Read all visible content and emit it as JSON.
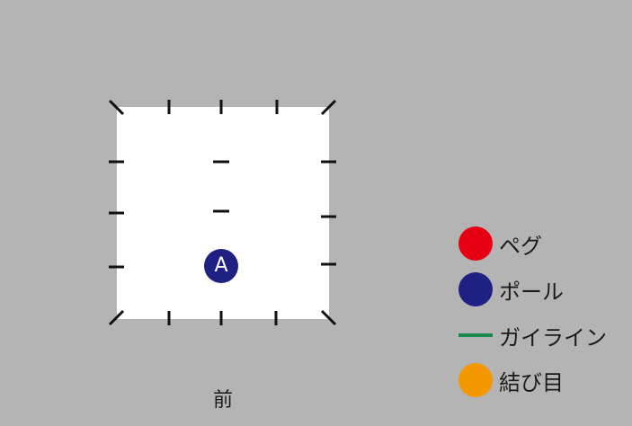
{
  "diagram": {
    "pole_label": "A",
    "front_label": "前",
    "tent_color": "#ffffff",
    "background_color": "#b3b4b3",
    "tick_color": "#111111"
  },
  "legend": [
    {
      "label": "ペグ",
      "shape": "dot",
      "color": "#e60012"
    },
    {
      "label": "ポール",
      "shape": "dot",
      "color": "#1e2082"
    },
    {
      "label": "ガイライン",
      "shape": "line",
      "color": "#1a8a4a"
    },
    {
      "label": "結び目",
      "shape": "dot",
      "color": "#f39800"
    }
  ]
}
